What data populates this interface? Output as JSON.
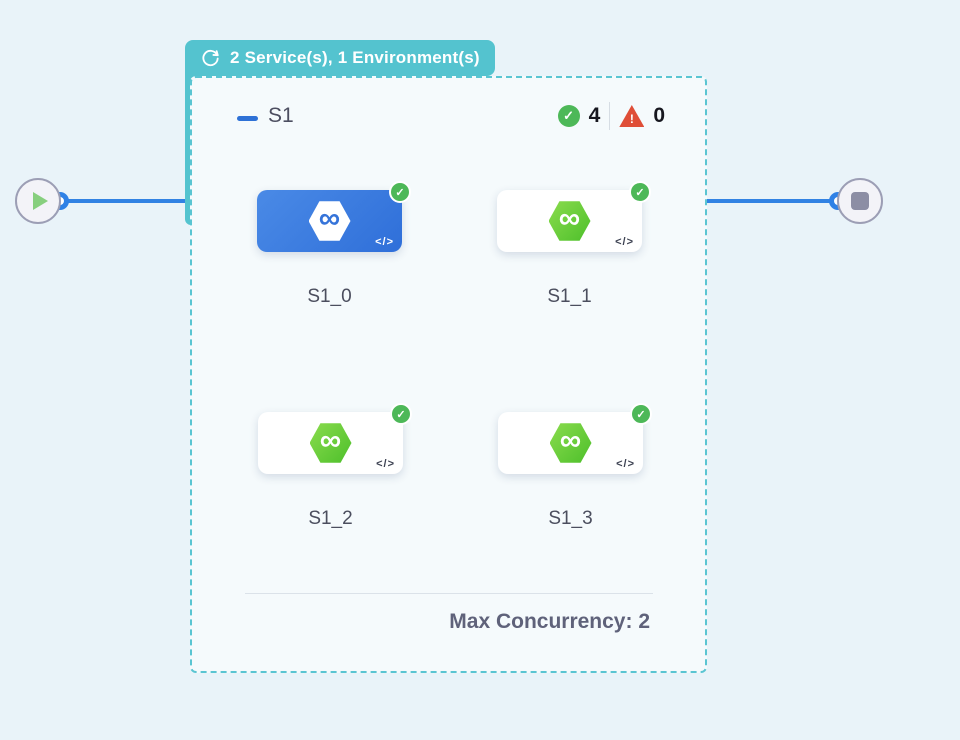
{
  "badge": {
    "icon": "loop-icon",
    "label": "2 Service(s), 1 Environment(s)"
  },
  "stage": {
    "name": "S1",
    "success_count": "4",
    "failure_count": "0",
    "max_concurrency": "Max Concurrency: 2",
    "services": [
      {
        "id": "S1_0",
        "state": "selected"
      },
      {
        "id": "S1_1",
        "state": "default"
      },
      {
        "id": "S1_2",
        "state": "default"
      },
      {
        "id": "S1_3",
        "state": "default"
      }
    ]
  },
  "icons": {
    "check": "✓",
    "warning": "!",
    "code": "</>",
    "infinity": "∞"
  },
  "colors": {
    "teal_badge": "#54c3cf",
    "selected_blue": "#3b7de0",
    "success_green": "#4db858",
    "error_red": "#df4e37",
    "connector_blue": "#3182e3",
    "canvas_bg": "#e9f3f9"
  }
}
